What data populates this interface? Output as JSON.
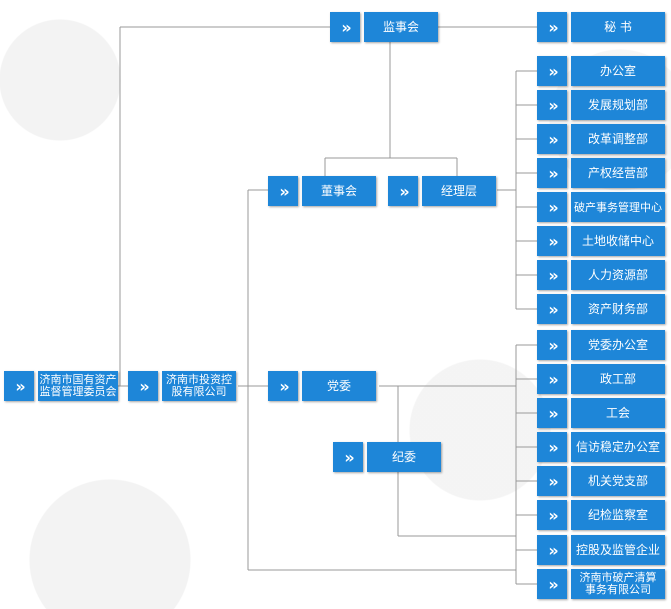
{
  "diagram": {
    "chevron_glyph": "»",
    "root": "济南市国有资产\n监督管理委员会",
    "company": "济南市投资控\n股有限公司",
    "supervisory_board": "监事会",
    "secretary": "秘  书",
    "board": "董事会",
    "management": "经理层",
    "party_committee": "党委",
    "discipline_committee": "纪委",
    "departments": [
      "办公室",
      "发展规划部",
      "改革调整部",
      "产权经营部",
      "破产事务管理中心",
      "土地收储中心",
      "人力资源部",
      "资产财务部"
    ],
    "party_units": [
      "党委办公室",
      "政工部",
      "工会",
      "信访稳定办公室",
      "机关党支部",
      "纪检监察室"
    ],
    "holdings": "控股及监管企业",
    "liquidation": "济南市破产清算\n事务有限公司"
  },
  "colors": {
    "node": "#1e86d8",
    "line": "#999999"
  }
}
